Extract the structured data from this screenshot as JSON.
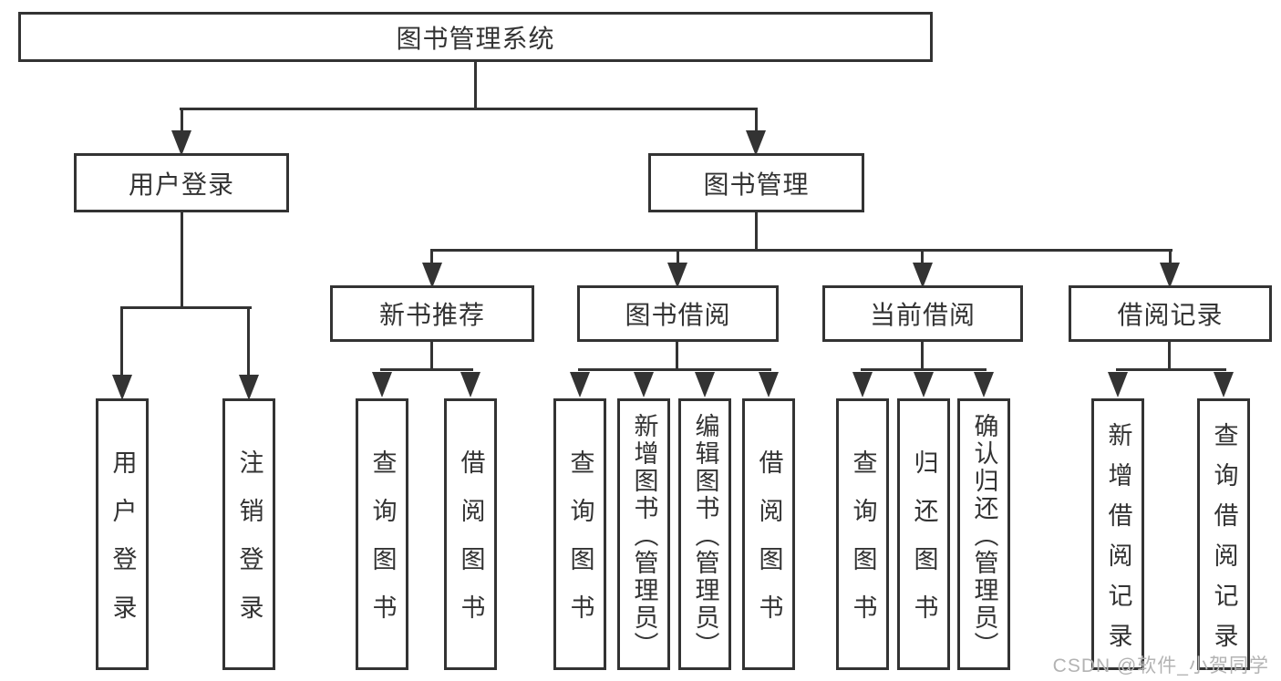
{
  "diagram": {
    "root": {
      "label": "图书管理系统"
    },
    "level2": [
      {
        "label": "用户登录"
      },
      {
        "label": "图书管理"
      }
    ],
    "level3": [
      {
        "label": "新书推荐"
      },
      {
        "label": "图书借阅"
      },
      {
        "label": "当前借阅"
      },
      {
        "label": "借阅记录"
      }
    ],
    "leaves": {
      "user": [
        {
          "label": "用户登录"
        },
        {
          "label": "注销登录"
        }
      ],
      "recommend": [
        {
          "label": "查询图书"
        },
        {
          "label": "借阅图书"
        }
      ],
      "borrow": [
        {
          "label": "查询图书"
        },
        {
          "label": "新增图书（管理员）"
        },
        {
          "label": "编辑图书（管理员）"
        },
        {
          "label": "借阅图书"
        }
      ],
      "current": [
        {
          "label": "查询图书"
        },
        {
          "label": "归还图书"
        },
        {
          "label": "确认归还（管理员）"
        }
      ],
      "records": [
        {
          "label": "新增借阅记录"
        },
        {
          "label": "查询借阅记录"
        }
      ]
    },
    "watermark": "CSDN @软件_小贺同学",
    "colors": {
      "line": "#333333",
      "text": "#333333",
      "watermark": "#b3b3b3",
      "background": "#ffffff"
    }
  }
}
